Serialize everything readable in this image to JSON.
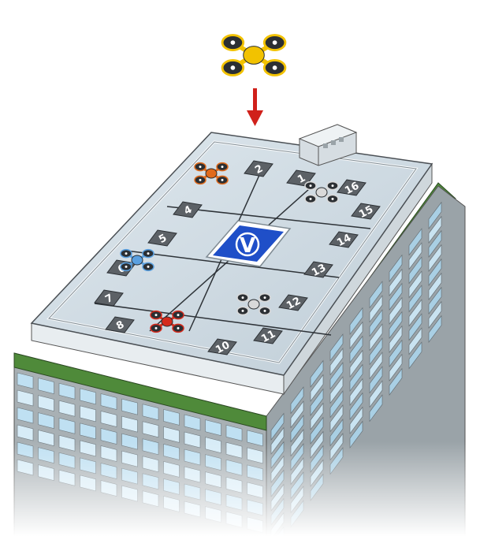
{
  "logo": {
    "letter": "V",
    "color": "#1f4fc8"
  },
  "pads": [
    {
      "label": "2"
    },
    {
      "label": "1"
    },
    {
      "label": "16"
    },
    {
      "label": "4"
    },
    {
      "label": "15"
    },
    {
      "label": "5"
    },
    {
      "label": "14"
    },
    {
      "label": "6"
    },
    {
      "label": "13"
    },
    {
      "label": "7"
    },
    {
      "label": "12"
    },
    {
      "label": "8"
    },
    {
      "label": "11"
    },
    {
      "label": "10"
    }
  ],
  "drones": [
    {
      "kind": "arriving",
      "color": "#f2c200"
    },
    {
      "kind": "parked",
      "color": "#e06a1c"
    },
    {
      "kind": "parked",
      "color": "#d9d9d9"
    },
    {
      "kind": "parked",
      "color": "#5aa0e0"
    },
    {
      "kind": "parked",
      "color": "#d42a1c"
    },
    {
      "kind": "parked",
      "color": "#d9d9d9"
    }
  ],
  "arrow": {
    "color": "#d0201a",
    "direction": "down"
  },
  "colors": {
    "roof": "#c9d6df",
    "pad": "#5c6166",
    "facade_green": "#4f8a3a",
    "glass": "#bfe0f2"
  }
}
